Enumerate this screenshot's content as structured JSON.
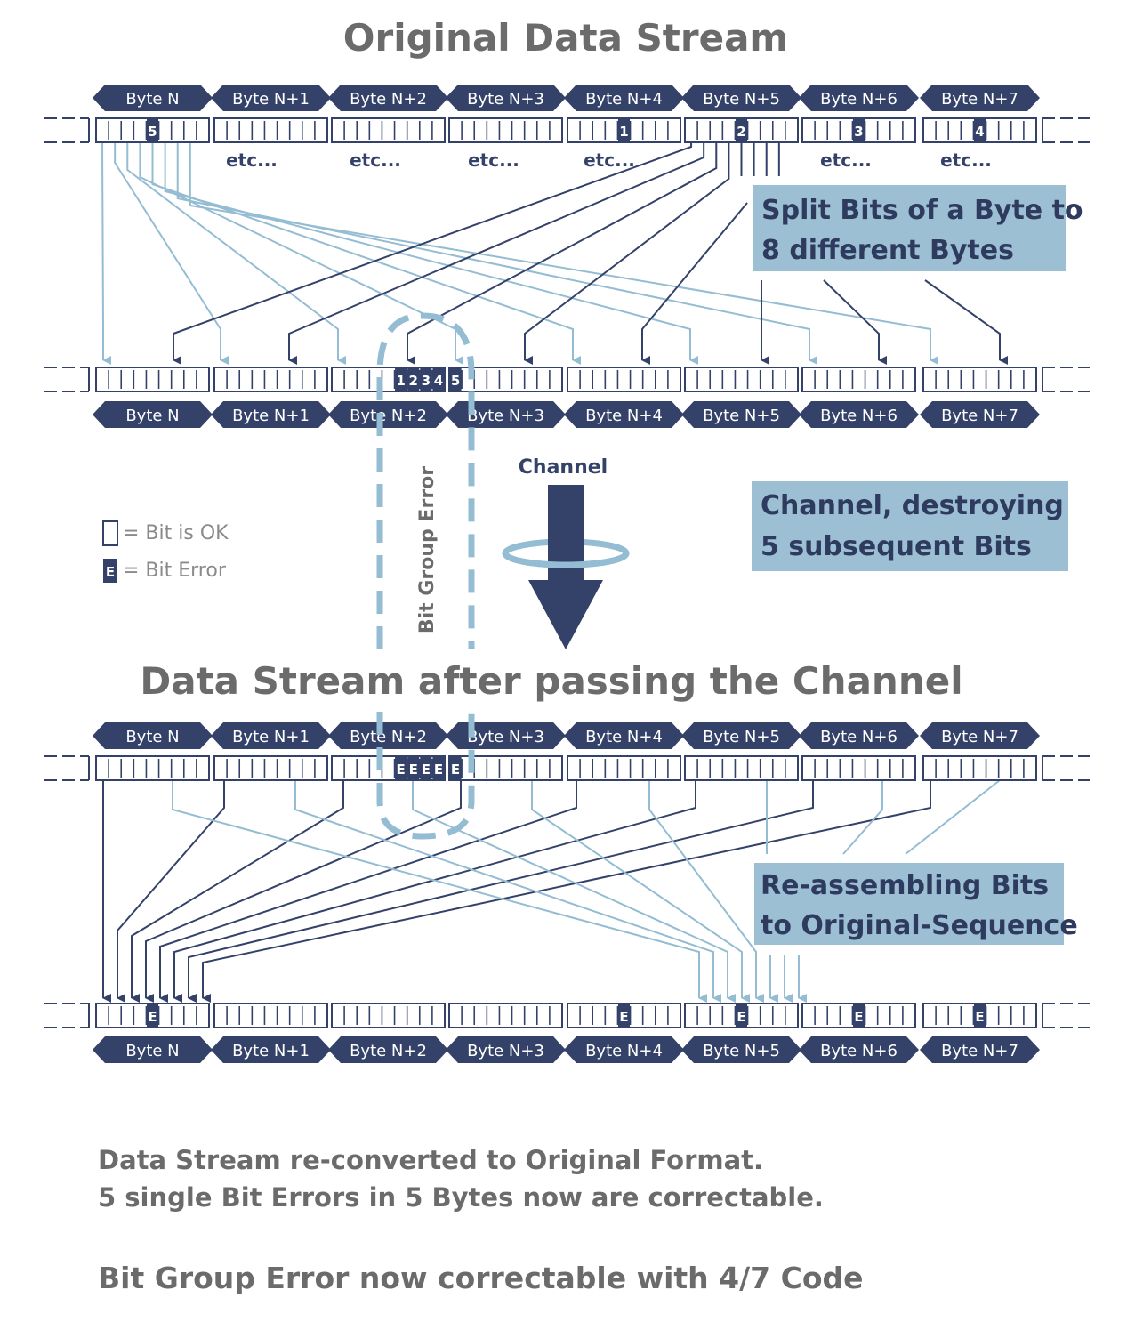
{
  "titles": {
    "original": "Original Data Stream",
    "after": "Data Stream after passing the Channel"
  },
  "byte_labels": [
    "Byte N",
    "Byte N+1",
    "Byte N+2",
    "Byte N+3",
    "Byte N+4",
    "Byte N+5",
    "Byte N+6",
    "Byte N+7"
  ],
  "etc_label": "etc...",
  "row1_marks": [
    {
      "byte": 0,
      "bit": 4,
      "text": "5"
    },
    {
      "byte": 4,
      "bit": 4,
      "text": "1"
    },
    {
      "byte": 5,
      "bit": 4,
      "text": "2"
    },
    {
      "byte": 6,
      "bit": 4,
      "text": "3"
    },
    {
      "byte": 7,
      "bit": 4,
      "text": "4"
    }
  ],
  "row2_marks": [
    {
      "byte": 2,
      "bit": 5,
      "text": "1"
    },
    {
      "byte": 2,
      "bit": 6,
      "text": "2"
    },
    {
      "byte": 2,
      "bit": 7,
      "text": "3"
    },
    {
      "byte": 2,
      "bit": 8,
      "text": "4"
    },
    {
      "byte": 3,
      "bit": 0,
      "text": "5"
    }
  ],
  "row3_marks": [
    {
      "byte": 2,
      "bit": 5,
      "text": "E"
    },
    {
      "byte": 2,
      "bit": 6,
      "text": "E"
    },
    {
      "byte": 2,
      "bit": 7,
      "text": "E"
    },
    {
      "byte": 2,
      "bit": 8,
      "text": "E"
    },
    {
      "byte": 3,
      "bit": 0,
      "text": "E"
    }
  ],
  "row4_marks": [
    {
      "byte": 0,
      "bit": 4,
      "text": "E"
    },
    {
      "byte": 4,
      "bit": 4,
      "text": "E"
    },
    {
      "byte": 5,
      "bit": 4,
      "text": "E"
    },
    {
      "byte": 6,
      "bit": 4,
      "text": "E"
    },
    {
      "byte": 7,
      "bit": 4,
      "text": "E"
    }
  ],
  "boxes": {
    "split": [
      "Split Bits of a Byte to",
      "8 different Bytes"
    ],
    "channel": [
      "Channel, destroying",
      "5 subsequent Bits"
    ],
    "reassemble": [
      "Re-assembling Bits",
      "to Original-Sequence"
    ]
  },
  "channel_label": "Channel",
  "bit_group_error_label": "Bit Group Error",
  "legend": {
    "ok_text": "= Bit is OK",
    "error_text": "= Bit Error",
    "error_glyph": "E"
  },
  "footer": {
    "line1": "Data Stream re-converted to Original Format.",
    "line2": "5 single Bit Errors in 5 Bytes now are correctable.",
    "line3": "Bit Group Error now correctable with 4/7 Code"
  },
  "colors": {
    "dark": "#34426a",
    "light": "#94bcd2",
    "box": "#9cbfd4",
    "title": "#6b6b6b"
  }
}
